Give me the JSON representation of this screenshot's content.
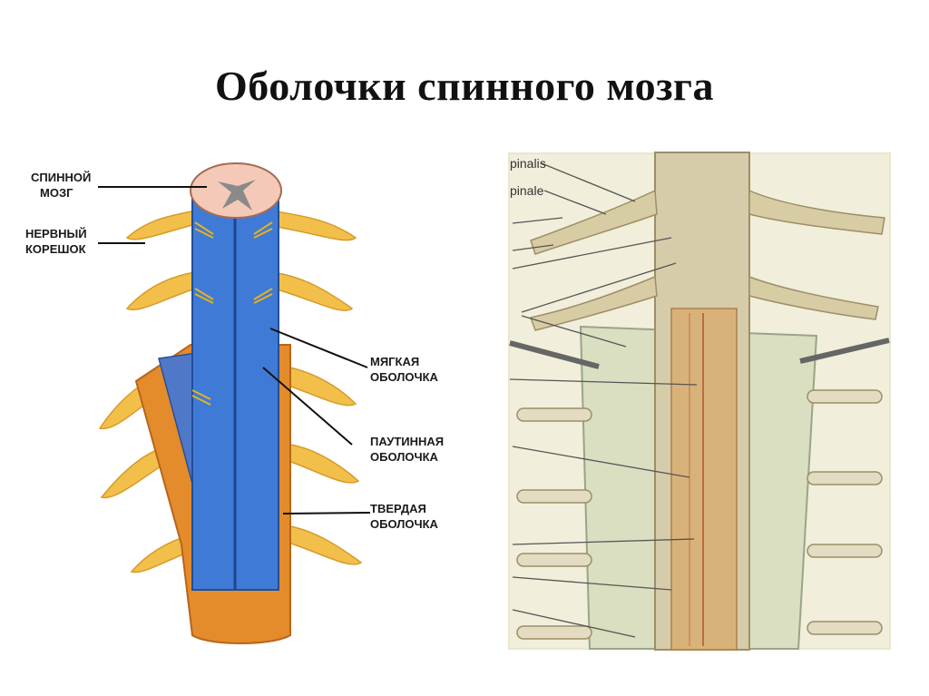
{
  "slide": {
    "title": "Оболочки спинного мозга"
  },
  "left_diagram": {
    "labels": [
      {
        "line1": "СПИННОЙ",
        "line2": "МОЗГ"
      },
      {
        "line1": "НЕРВНЫЙ",
        "line2": "КОРЕШОК"
      },
      {
        "line1": "МЯГКАЯ",
        "line2": "ОБОЛОЧКА"
      },
      {
        "line1": "ПАУТИННАЯ",
        "line2": "ОБОЛОЧКА"
      },
      {
        "line1": "ТВЕРДАЯ",
        "line2": "ОБОЛОЧКА"
      }
    ]
  },
  "right_figure": {
    "partial_labels": [
      "pinalis",
      "pinale"
    ]
  }
}
